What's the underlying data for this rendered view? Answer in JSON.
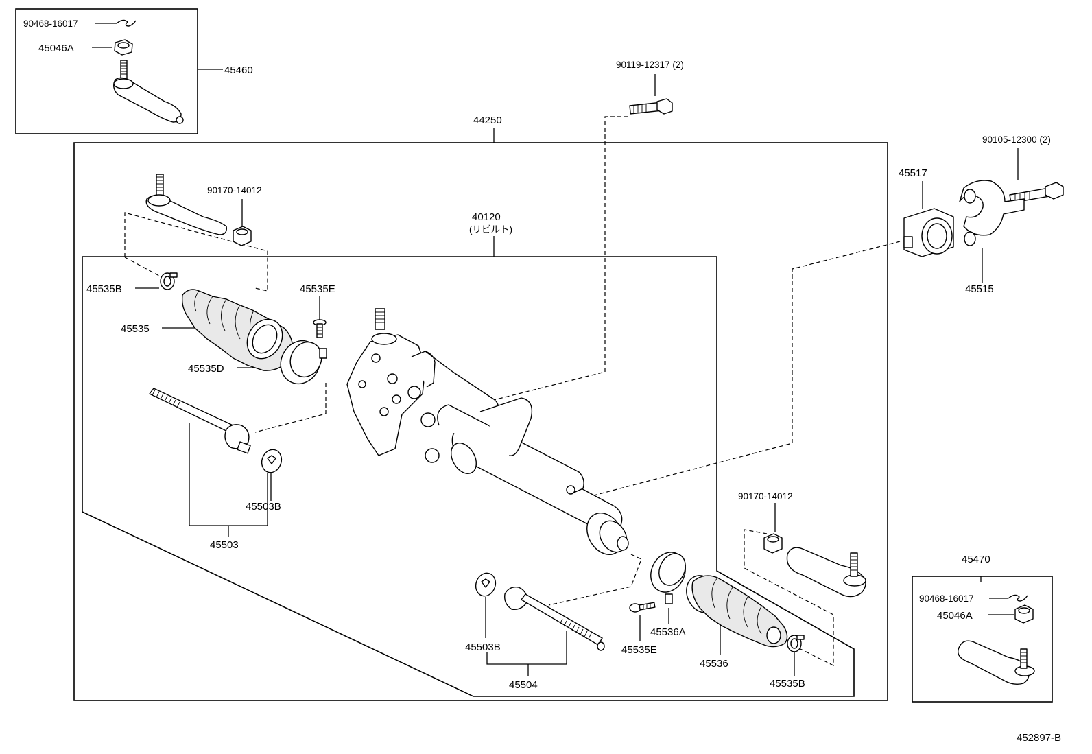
{
  "labels": {
    "clip_tl": "90468-16017",
    "nut_tl": "45046A",
    "kit_left": "45460",
    "bolt_top": "90119-12317 (2)",
    "assy": "44250",
    "bolt_right": "90105-12300 (2)",
    "bushing": "45517",
    "bracket": "45515",
    "nut_left": "90170-14012",
    "gear_num": "40120",
    "gear_note": "(リビルト)",
    "clamp_lt": "45535B",
    "boot_left": "45535",
    "screw_lt": "45535E",
    "band_left": "45535D",
    "washer_left": "45503B",
    "rod_left": "45503",
    "nut_right": "90170-14012",
    "kit_right": "45470",
    "clip_br": "90468-16017",
    "nut_br": "45046A",
    "band_right": "45536A",
    "washer_right": "45503B",
    "screw_rt": "45535E",
    "boot_right": "45536",
    "clamp_rt": "45535B",
    "rod_right": "45504",
    "footer": "452897-B"
  }
}
